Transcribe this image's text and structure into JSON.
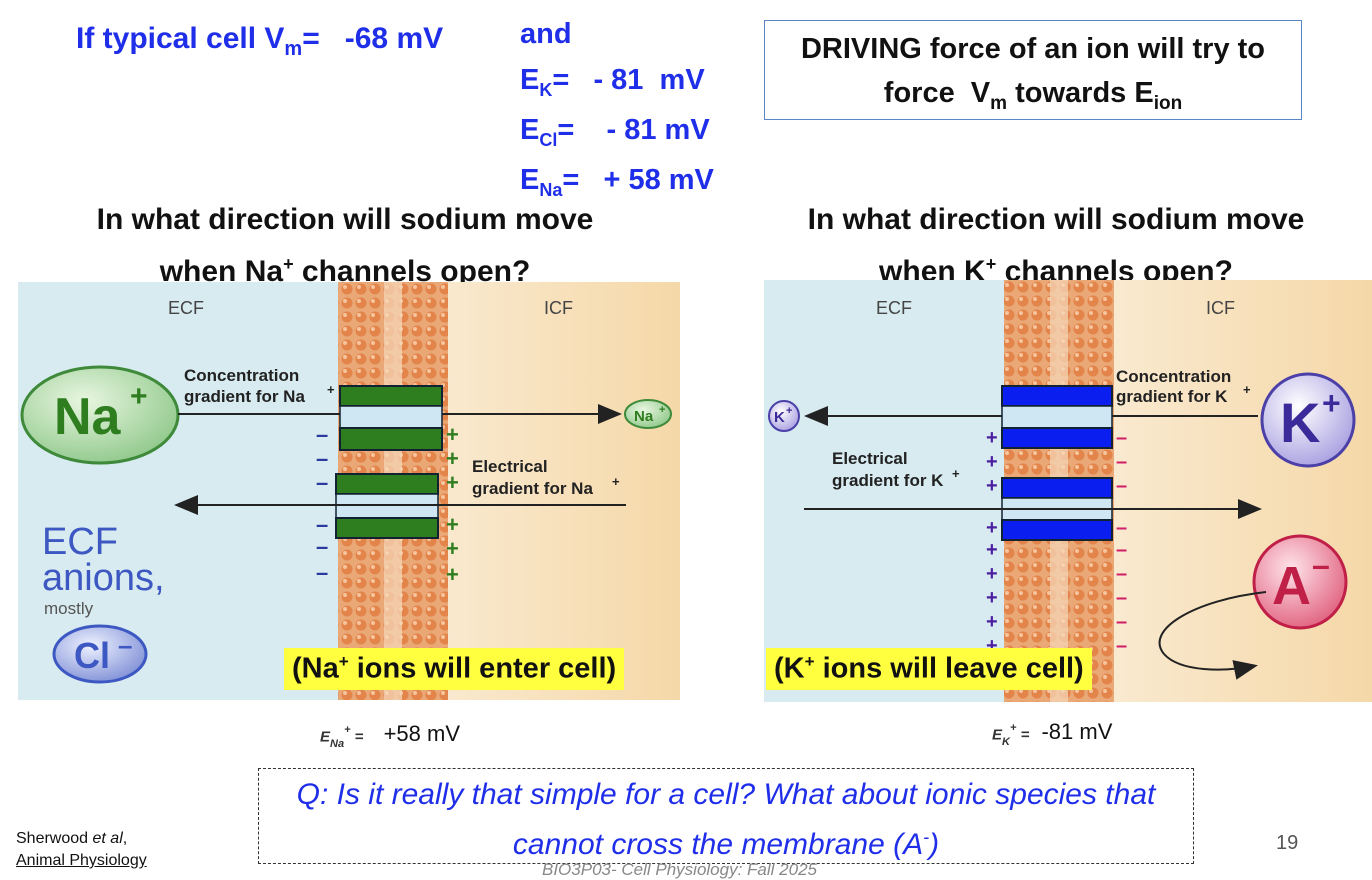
{
  "header": {
    "vm_prefix": "If typical cell V",
    "vm_sub": "m",
    "vm_value": "=   -68 mV",
    "and": "and",
    "equilibria": [
      {
        "sym": "E",
        "sub": "K",
        "value": "=   - 81  mV"
      },
      {
        "sym": "E",
        "sub": "Cl",
        "value": "=    - 81 mV"
      },
      {
        "sym": "E",
        "sub": "Na",
        "value": "=   + 58 mV"
      }
    ]
  },
  "driving_box": {
    "line1": "DRIVING force of an ion will try to",
    "line2_a": "force  V",
    "line2_sub": "m",
    "line2_b": " towards E",
    "line2_sub2": "ion"
  },
  "left_question": {
    "line1": "In what direction will  sodium move",
    "line2_a": "when Na",
    "line2_sup": "+",
    "line2_b": " channels open?"
  },
  "right_question": {
    "line1": "In what direction will  sodium move",
    "line2_a": "when K",
    "line2_sup": "+",
    "line2_b": " channels open?"
  },
  "left_panel": {
    "ecf": "ECF",
    "icf": "ICF",
    "na_big": "Na",
    "na_big_sup": "+",
    "na_small": "Na",
    "na_small_sup": "+",
    "conc_line1": "Concentration",
    "conc_line2": "gradient for Na",
    "conc_sup": "+",
    "elec_line1": "Electrical",
    "elec_line2": "gradient for Na",
    "elec_sup": "+",
    "anions_line1": "ECF",
    "anions_line2": "anions,",
    "anions_line3": "mostly",
    "cl": "Cl",
    "cl_sup": "–",
    "minus": "–",
    "plus": "+",
    "callout_a": "(Na",
    "callout_sup": "+",
    "callout_b": " ions will enter cell)",
    "e_sym": "E",
    "e_sub": "Na",
    "e_sup": "+",
    "e_eq": " =",
    "e_value": "+58 mV"
  },
  "right_panel": {
    "ecf": "ECF",
    "icf": "ICF",
    "k_big": "K",
    "k_big_sup": "+",
    "k_small": "K",
    "k_small_sup": "+",
    "conc_line1": "Concentration",
    "conc_line2": "gradient for K",
    "conc_sup": "+",
    "elec_line1": "Electrical",
    "elec_line2": "gradient for K",
    "elec_sup": "+",
    "a_big": "A",
    "a_sup": "–",
    "minus": "–",
    "plus": "+",
    "callout_a": "(K",
    "callout_sup": "+",
    "callout_b": " ions will leave cell)",
    "e_sym": "E",
    "e_sub": "K",
    "e_sup": "+",
    "e_eq": " =",
    "e_value": "-81 mV"
  },
  "bottom_question": {
    "line1": "Q: Is it really that simple for a cell?  What about ionic species that",
    "line2_a": "cannot cross the membrane (A",
    "line2_sup": "-",
    "line2_b": ")"
  },
  "citation": {
    "line1_a": "Sherwood ",
    "line1_i": "et al",
    "line1_b": ",",
    "line2": "Animal Physiology"
  },
  "page_number": "19",
  "footer": "BIO3P03- Cell Physiology: Fall 2025",
  "colors": {
    "accent_blue": "#1f2ee8",
    "highlight_yellow": "#ffff40",
    "na_channel_green": "#2e7d1f",
    "k_channel_blue": "#0a1ef0",
    "minus_blue": "#2b3a9e",
    "plus_green": "#2e7d1f",
    "minus_pink": "#d0206a",
    "plus_purple": "#4b1fa0"
  },
  "icons": {
    "membrane": "lipid-bilayer",
    "arrow": "gradient-arrow",
    "channel": "ion-channel"
  }
}
